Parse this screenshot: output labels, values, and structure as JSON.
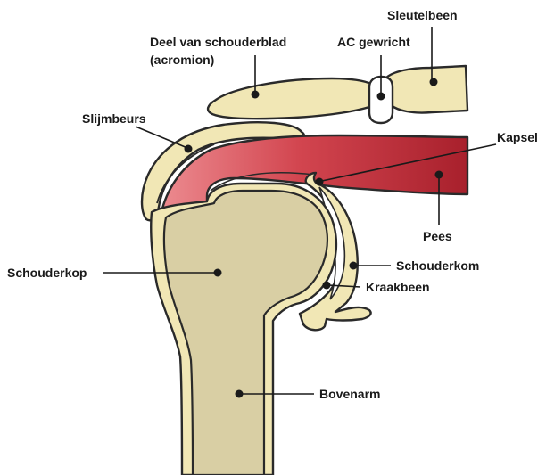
{
  "diagram": {
    "labels": {
      "sleutelbeen": "Sleutelbeen",
      "acromion_line1": "Deel van schouderblad",
      "acromion_line2": "(acromion)",
      "ac_gewricht": "AC gewricht",
      "slijmbeurs": "Slijmbeurs",
      "kapsel": "Kapsel",
      "pees": "Pees",
      "schouderkop": "Schouderkop",
      "schouderkom": "Schouderkom",
      "kraakbeen": "Kraakbeen",
      "bovenarm": "Bovenarm"
    },
    "colors": {
      "bone": "#f1e7b5",
      "humerus_head": "#d9cfa4",
      "tendon": "#c0323c",
      "tendon_light": "#e5737a",
      "outline": "#2a2a2a",
      "joint": "#ffffff"
    }
  }
}
